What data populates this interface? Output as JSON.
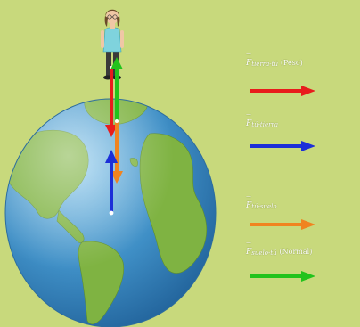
{
  "legend": [
    {
      "symbol": "F",
      "subscript": "tierra-tú",
      "note": "(Peso)",
      "color": "#e81c1c"
    },
    {
      "symbol": "F",
      "subscript": "tú-tierra",
      "note": "",
      "color": "#1c2fd8"
    },
    {
      "symbol": "F",
      "subscript": "tú-suelo",
      "note": "",
      "color": "#f08420"
    },
    {
      "symbol": "F",
      "subscript": "suelo-tú",
      "note": "(Normal)",
      "color": "#22c31c"
    }
  ],
  "colors": {
    "background": "#c8d97c",
    "ocean": "#3f8fc6",
    "land": "#7fb342",
    "weight": "#e81c1c",
    "earth_reaction": "#1c2fd8",
    "ground_push": "#f08420",
    "normal": "#22c31c"
  },
  "icons": [
    "globe-icon",
    "person-icon"
  ]
}
